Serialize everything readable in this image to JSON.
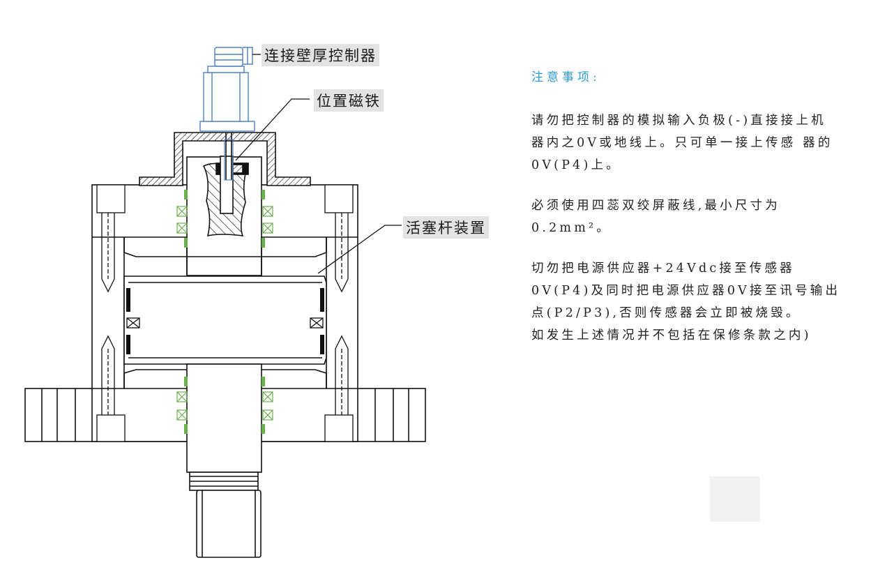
{
  "colors": {
    "note_title": "#2a9bd6",
    "seal_green": "#6ab04c",
    "connector_blue": "#4f80c4",
    "line": "#111111"
  },
  "labels": {
    "connector": "连接壁厚控制器",
    "magnet": "位置磁铁",
    "piston_rod": "活塞杆装置"
  },
  "notes": {
    "title": "注意事项:",
    "paragraphs": [
      [
        "请勿把控制器的模拟输入负极(-)直接接上机",
        "器内之0V或地线上。只可单一接上传感 器的",
        "0V(P4)上。"
      ],
      [
        "必须使用四蕊双绞屏蔽线,最小尺寸为",
        "0.2mm²。"
      ],
      [
        "切勿把电源供应器+24Vdc接至传感器",
        "0V(P4)及同时把电源供应器0V接至讯号输出",
        "点(P2/P3),否则传感器会立即被烧毁。",
        "如发生上述情况并不包括在保修条款之内)"
      ]
    ]
  }
}
